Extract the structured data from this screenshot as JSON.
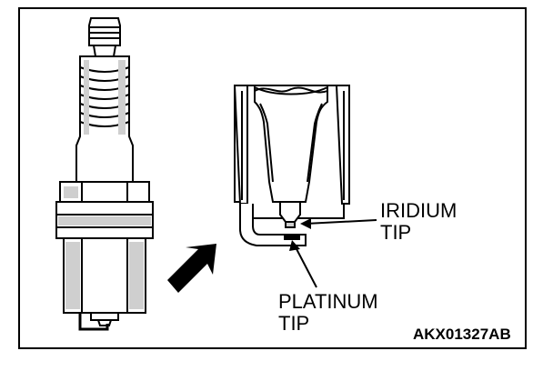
{
  "labels": {
    "iridium_line1": "IRIDIUM",
    "iridium_line2": "TIP",
    "platinum_line1": "PLATINUM",
    "platinum_line2": "TIP"
  },
  "figure_code": "AKX01327AB",
  "icons": [
    "spark-plug-illustration",
    "arrow-icon",
    "electrode-closeup-illustration"
  ],
  "colors": {
    "ink": "#000000",
    "background": "#ffffff",
    "shade": "#cfcfcf"
  }
}
